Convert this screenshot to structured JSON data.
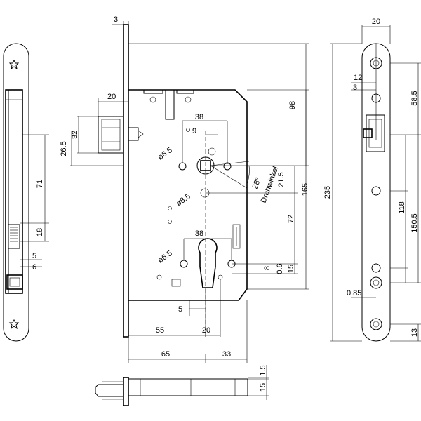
{
  "dimensions": {
    "d_3_top": "3",
    "d_20_top_right": "20",
    "d_20_bolt": "20",
    "d_32": "32",
    "d_26_5": "26.5",
    "d_71": "71",
    "d_18": "18",
    "d_5_left": "5",
    "d_6_left": "6",
    "d_98": "98",
    "d_38_top": "38",
    "d_9": "9",
    "d_6_5_top": "ø6.5",
    "d_8_5": "ø8.5",
    "d_28": "28°",
    "d_drehwinkel": "Drehwinkel",
    "d_21_5": "21.5",
    "d_165": "165",
    "d_72": "72",
    "d_235": "235",
    "d_38_bottom": "38",
    "d_6_5_bottom": "ø6.5",
    "d_8": "8",
    "d_0_6": "0.6",
    "d_15_right": "15",
    "d_5_bottom": "5",
    "d_55": "55",
    "d_20_bottom": "20",
    "d_65": "65",
    "d_33": "33",
    "d_1_5": "1.5",
    "d_15_bottom": "15",
    "d_12": "12",
    "d_3_right": "3",
    "d_58_5": "58.5",
    "d_118": "118",
    "d_150_5": "150.5",
    "d_0_85": "0.85",
    "d_13": "13"
  }
}
